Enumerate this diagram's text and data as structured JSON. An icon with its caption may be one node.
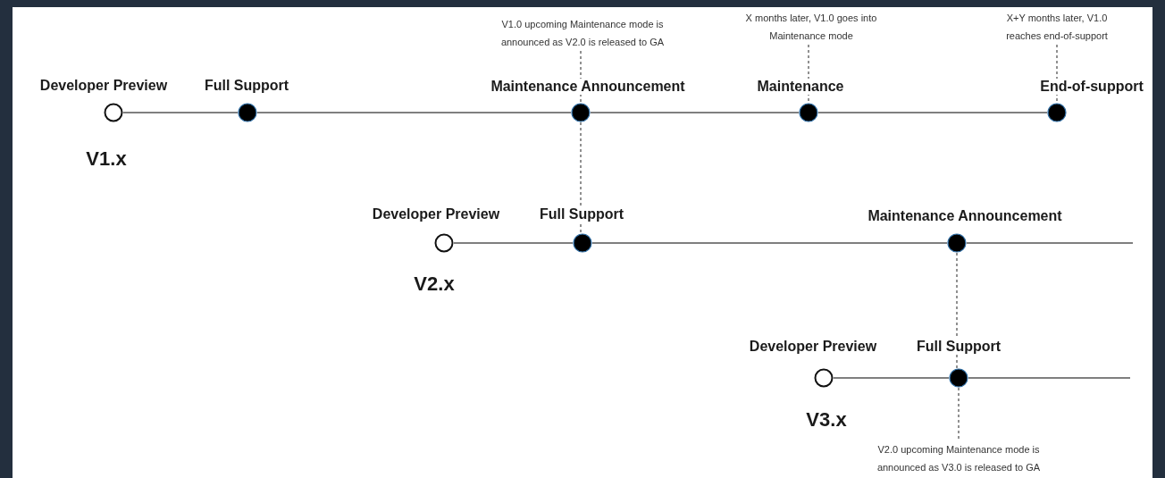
{
  "diagram": {
    "nodes": [
      {
        "text": [
          "V1.0 upcoming Maintenance mode is announced as V2.0 is released to GA"
        ]
      },
      {
        "text": [
          "X months later, V1.0 goes into Maintenance mode"
        ]
      },
      {
        "text": [
          "X+Y months later, V1.0 reaches end-of-support"
        ]
      },
      {
        "text": [],
        "shape": "circle",
        "beside": [
          "Developer Preview",
          "V1.x"
        ]
      },
      {
        "text": [],
        "shape": "dot",
        "beside": [
          "Full Support"
        ]
      },
      {
        "text": [],
        "shape": "dot",
        "beside": [
          "Maintenance Announcement"
        ]
      },
      {
        "text": [],
        "shape": "dot",
        "beside": [
          "Maintenance"
        ]
      },
      {
        "text": [],
        "shape": "dot",
        "beside": [
          "End-of-support"
        ]
      },
      {
        "text": [],
        "shape": "circle",
        "beside": [
          "Developer Preview",
          "V2.x"
        ]
      },
      {
        "text": [],
        "shape": "dot",
        "beside": [
          "Full Support"
        ]
      },
      {
        "text": [],
        "shape": "dot",
        "beside": [
          "Maintenance Announcement"
        ]
      },
      {
        "text": [],
        "shape": "circle",
        "beside": [
          "Developer Preview",
          "V3.x"
        ]
      },
      {
        "text": [],
        "shape": "dot",
        "beside": [
          "Full Support"
        ]
      },
      {
        "text": [
          "V2.0 upcoming Maintenance mode is announced as V3.0 is released to GA"
        ]
      }
    ],
    "edges": [
      {
        "from": 3,
        "to": 4,
        "arrow": "none"
      },
      {
        "from": 4,
        "to": 5,
        "arrow": "none"
      },
      {
        "from": 5,
        "to": 6,
        "arrow": "none"
      },
      {
        "from": 6,
        "to": 7,
        "arrow": "none"
      },
      {
        "from": 8,
        "to": 9,
        "arrow": "none"
      },
      {
        "from": 9,
        "to": 10,
        "arrow": "none"
      },
      {
        "from": 10,
        "to": null,
        "arrow": "none"
      },
      {
        "from": 11,
        "to": 12,
        "arrow": "none"
      },
      {
        "from": 12,
        "to": null,
        "arrow": "none"
      },
      {
        "from": 0,
        "to": 5,
        "arrow": "none",
        "style": "dashed",
        "color": "#222222"
      },
      {
        "from": 5,
        "to": 9,
        "arrow": "none",
        "style": "dashed",
        "color": "#222222"
      },
      {
        "from": 1,
        "to": 6,
        "arrow": "none",
        "style": "dashed",
        "color": "#222222"
      },
      {
        "from": 2,
        "to": 7,
        "arrow": "none",
        "style": "dashed",
        "color": "#222222"
      },
      {
        "from": 10,
        "to": 12,
        "arrow": "none",
        "style": "dashed",
        "color": "#222222"
      },
      {
        "from": 12,
        "to": 13,
        "arrow": "none",
        "style": "dashed",
        "color": "#222222"
      }
    ]
  }
}
